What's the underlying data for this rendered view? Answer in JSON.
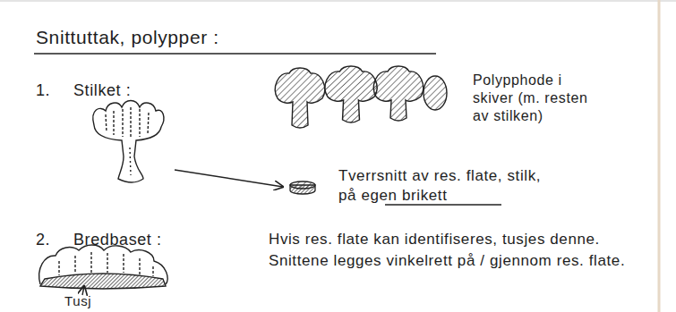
{
  "diagram": {
    "title": "Snittuttak, polypper :",
    "labels": [
      "1.",
      "Stilket :",
      "Polypphode i skiver (m. resten av stilken)",
      "Tverrsnitt av res. flate, stilk, på egen brikett",
      "2.",
      "Bredbaset :",
      "Hvis res. flate kan identifiseres, tusjes denne. Snittene legges vinkelrett på / gjennom res. flate.",
      "Tusj"
    ]
  }
}
